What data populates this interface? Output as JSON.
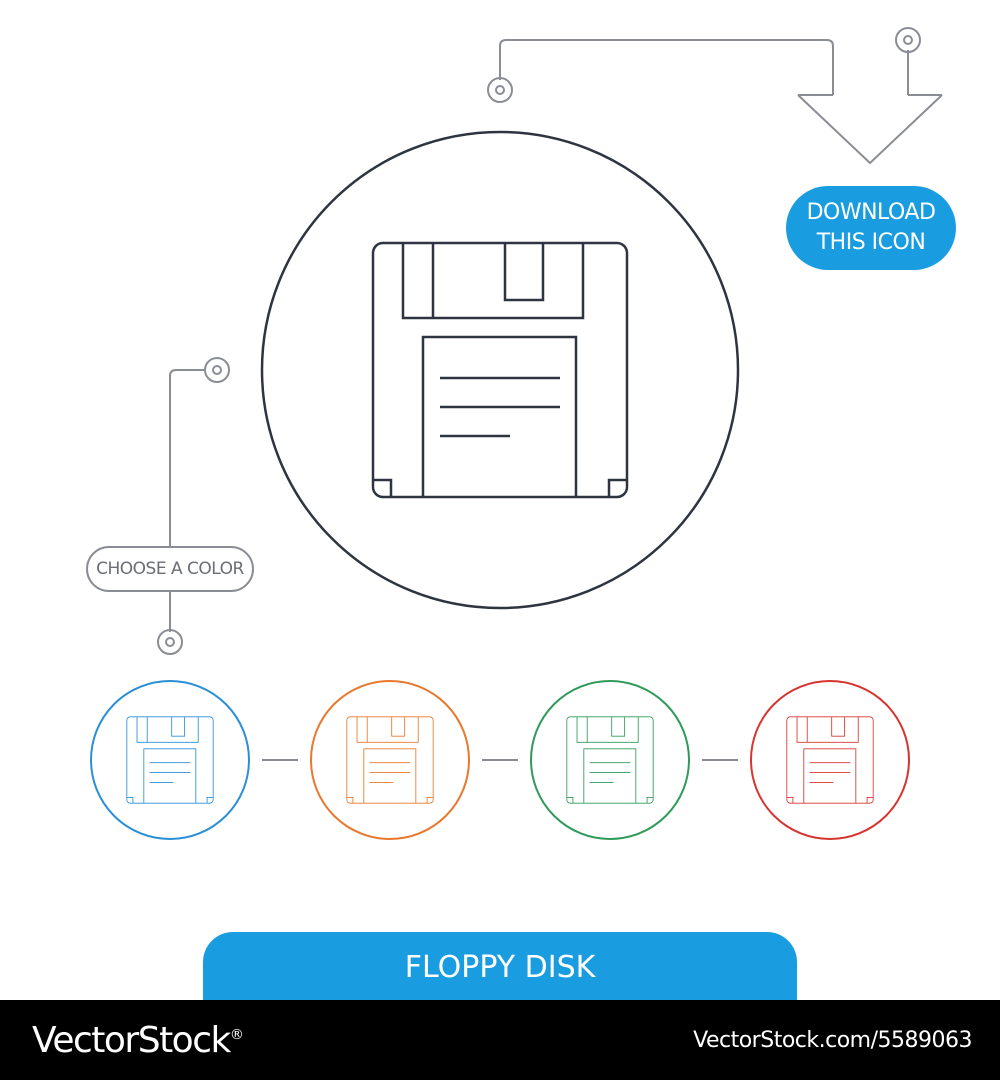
{
  "download_button": {
    "line1": "DOWNLOAD",
    "line2": "THIS ICON"
  },
  "color_button": {
    "label": "CHOOSE A COLOR"
  },
  "title": "FLOPPY DISK",
  "main_icon": {
    "name": "floppy-disk-icon",
    "color": "#2f3540"
  },
  "color_options": [
    {
      "name": "blue",
      "color": "#2a8fd6"
    },
    {
      "name": "orange",
      "color": "#e8782e"
    },
    {
      "name": "green",
      "color": "#2f9a5a"
    },
    {
      "name": "red",
      "color": "#d6352f"
    }
  ],
  "accent_color": "#1a9de0",
  "footer": {
    "brand": "VectorStock",
    "brand_mark": "®",
    "image_id": "VectorStock.com/5589063"
  }
}
